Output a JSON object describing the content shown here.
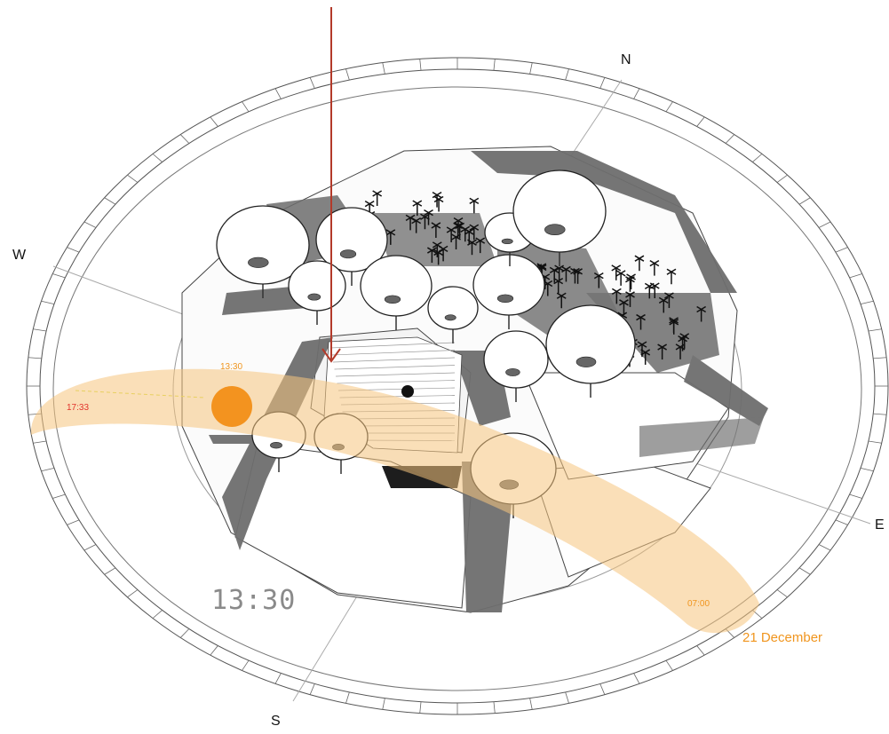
{
  "compass": {
    "north": "N",
    "east": "E",
    "south": "S",
    "west": "W"
  },
  "sun_path": {
    "date_label": "21 December",
    "sunrise_label": "07:00",
    "sunset_label": "17:33",
    "current_time_label": "13:30"
  },
  "clock": {
    "time": "13:30"
  },
  "colors": {
    "sun": "#f28c12",
    "sun_path_band": "#f6c57e",
    "sunset_text": "#e2342c",
    "label_orange": "#f0951e",
    "sun_ray": "#b33a2a",
    "shadow": "#6e6e6e",
    "line": "#555555"
  }
}
